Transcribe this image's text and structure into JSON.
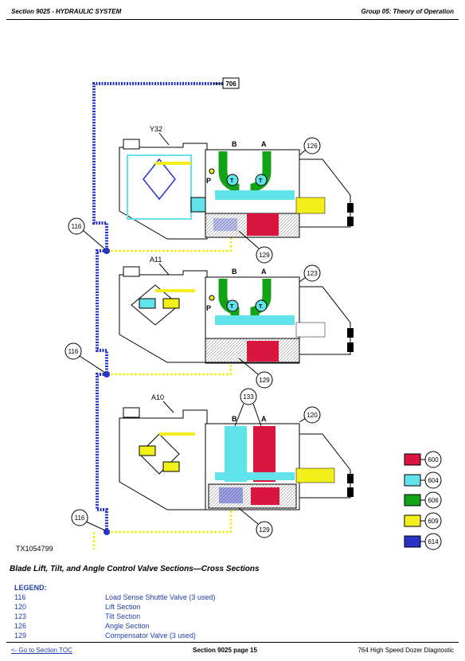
{
  "header": {
    "left": "Section 9025 - HYDRAULIC SYSTEM",
    "right": "Group 05: Theory of Operation"
  },
  "diagram": {
    "callouts": {
      "c706": "706",
      "c126": "126",
      "c123": "123",
      "c120": "120",
      "c133": "133",
      "c116a": "116",
      "c116b": "116",
      "c116c": "116",
      "c129a": "129",
      "c129b": "129",
      "c129c": "129"
    },
    "labels": {
      "y32": "Y32",
      "a11": "A11",
      "a10": "A10",
      "b": "B",
      "a": "A",
      "p": "P",
      "t": "T",
      "figure_id": "TX1054799"
    },
    "color_key": [
      {
        "code": "600",
        "color": "#d9163f"
      },
      {
        "code": "604",
        "color": "#62e2ea"
      },
      {
        "code": "606",
        "color": "#12a416"
      },
      {
        "code": "609",
        "color": "#f2ef1a"
      },
      {
        "code": "614",
        "color": "#2a33c8"
      }
    ]
  },
  "caption": "Blade Lift, Tilt, and Angle Control Valve Sections—Cross Sections",
  "legend": {
    "title": "LEGEND:",
    "items": [
      {
        "num": "116",
        "desc": "Load Sense Shuttle Valve (3 used)"
      },
      {
        "num": "120",
        "desc": "Lift Section"
      },
      {
        "num": "123",
        "desc": "Tilt Section"
      },
      {
        "num": "126",
        "desc": "Angle Section"
      },
      {
        "num": "129",
        "desc": "Compensator Valve (3 used)"
      }
    ]
  },
  "footer": {
    "left": "<- Go to Section TOC",
    "center": "Section 9025 page 15",
    "right": "764 High Speed Dozer Diagnostic"
  }
}
